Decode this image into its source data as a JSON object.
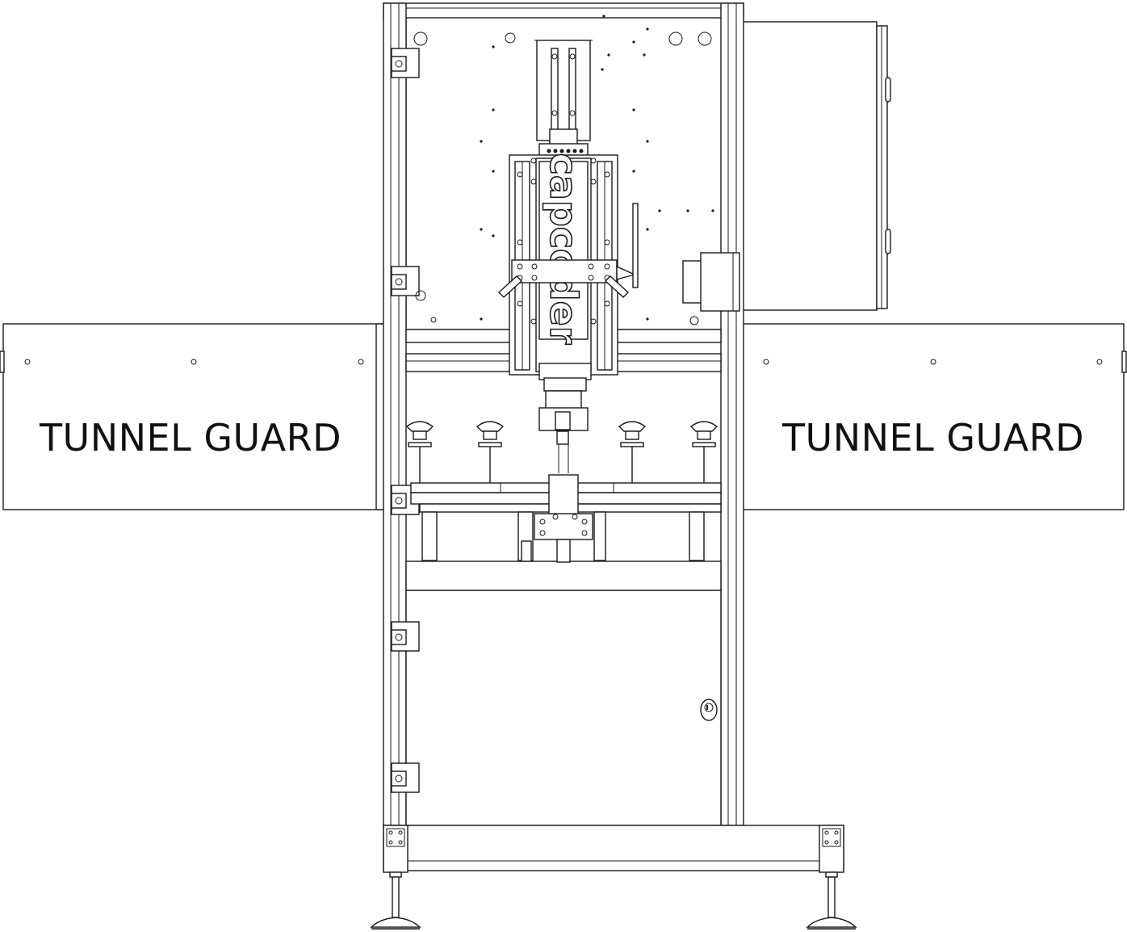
{
  "diagram": {
    "left_guard": {
      "label": "TUNNEL GUARD"
    },
    "right_guard": {
      "label": "TUNNEL GUARD"
    },
    "machine": {
      "brand_label": "capcoder"
    }
  }
}
